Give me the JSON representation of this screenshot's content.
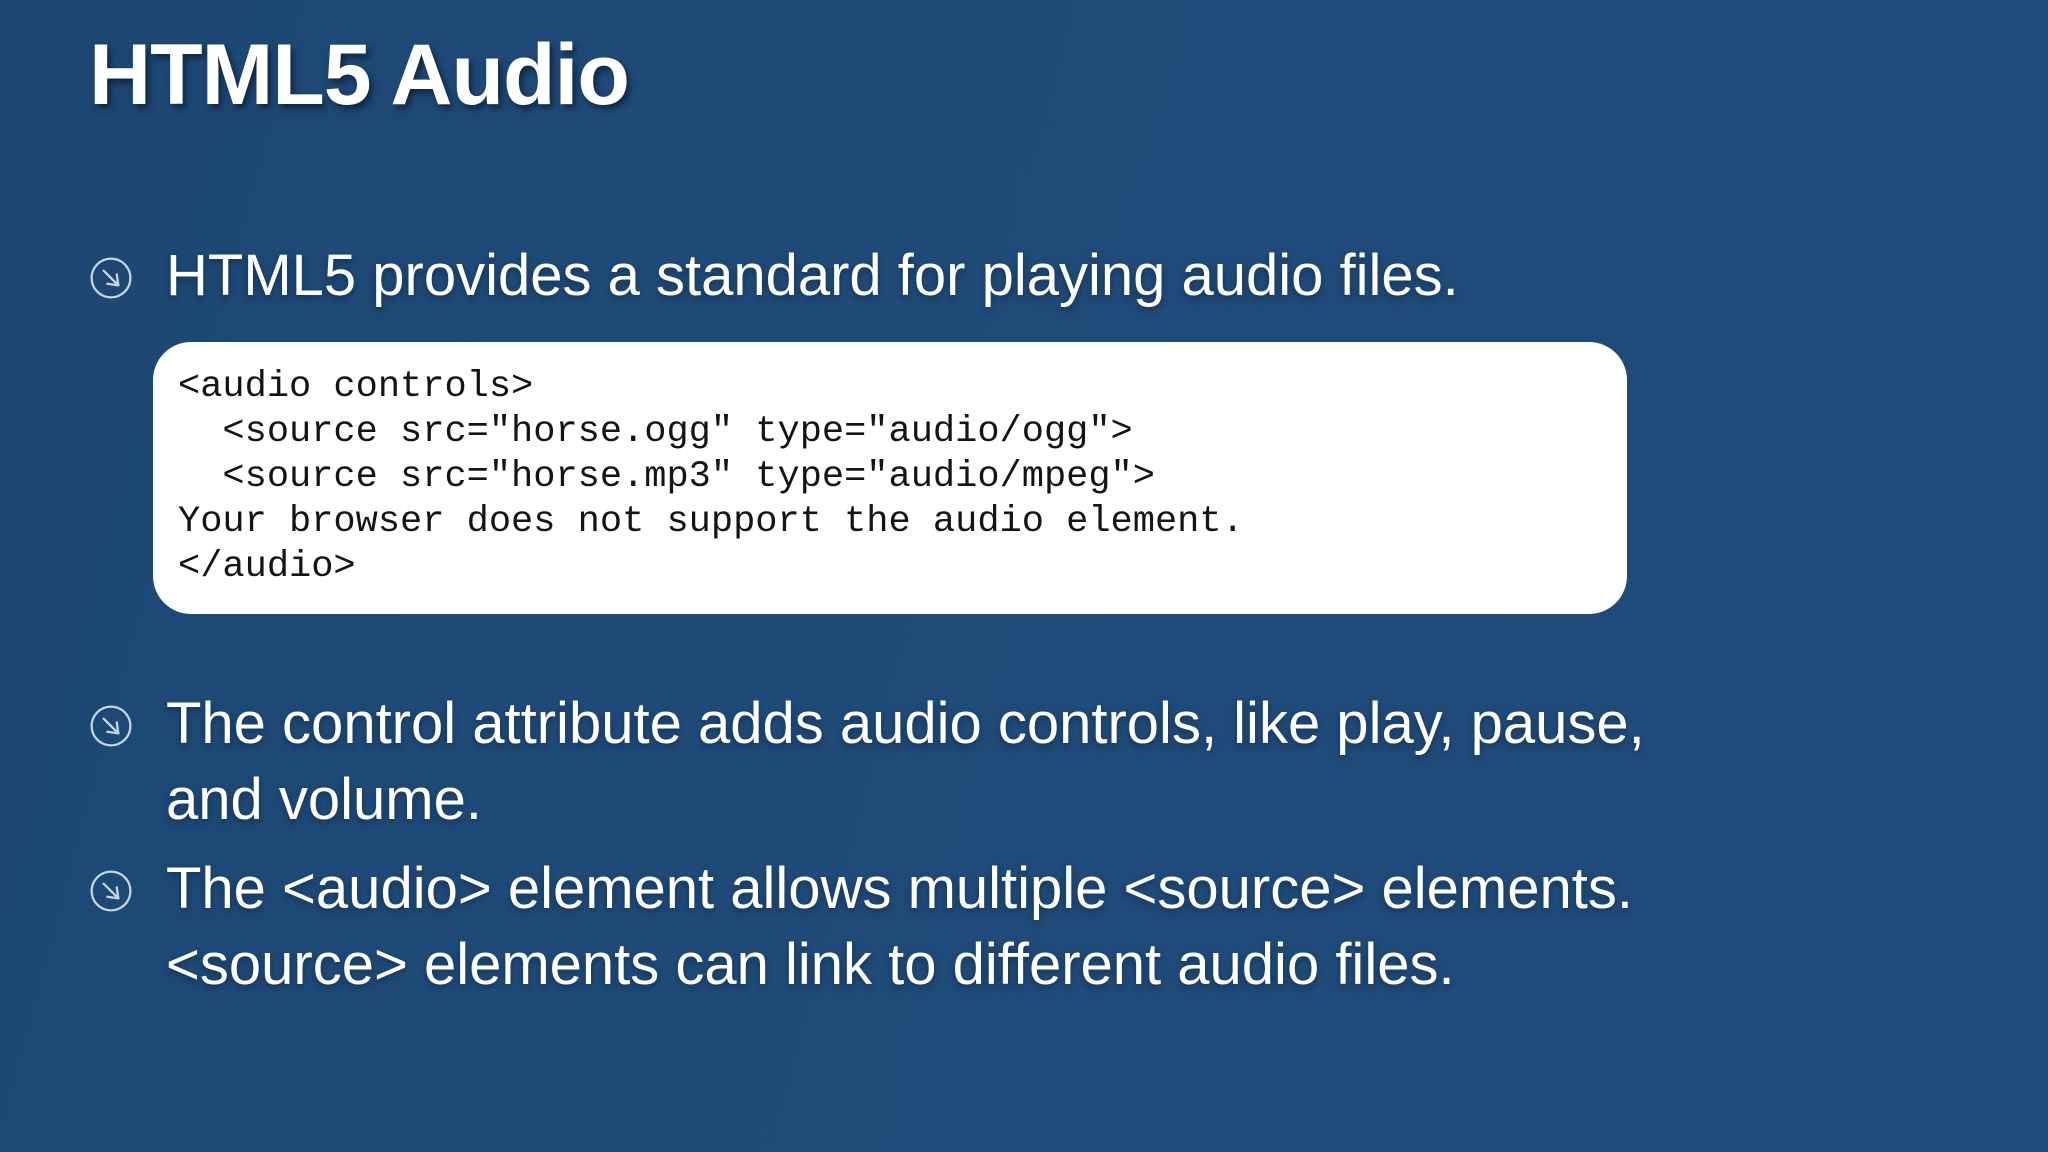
{
  "slide": {
    "title": "HTML5 Audio",
    "bullets": [
      {
        "lines": [
          "HTML5 provides a standard for playing audio files."
        ]
      },
      {
        "lines": [
          "The control attribute adds audio controls, like play, pause,",
          "and volume."
        ]
      },
      {
        "lines": [
          "The <audio> element allows multiple <source> elements.",
          "<source> elements can link to different audio files."
        ]
      }
    ],
    "code_block": {
      "code": "<audio controls>\n  <source src=\"horse.ogg\" type=\"audio/ogg\">\n  <source src=\"horse.mp3\" type=\"audio/mpeg\">\nYour browser does not support the audio element.\n</audio>"
    },
    "icons": {
      "bullet": "circled-arrow-down-right"
    },
    "colors": {
      "background": "#1f4a78",
      "body_text": "#ffffff",
      "bullet_icon": "#c5d5e4",
      "code_background": "#ffffff",
      "code_text": "#141414"
    }
  }
}
